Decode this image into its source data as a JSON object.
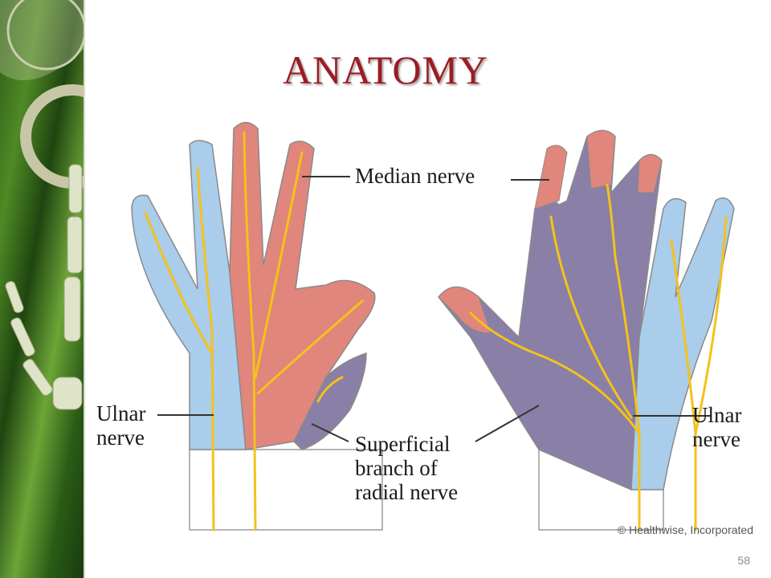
{
  "slide": {
    "title": "ANATOMY",
    "page_number": "58"
  },
  "diagram": {
    "labels": {
      "median_nerve": "Median nerve",
      "ulnar_nerve_left": [
        "Ulnar",
        "nerve"
      ],
      "ulnar_nerve_right": [
        "Ulnar",
        "nerve"
      ],
      "superficial_radial": [
        "Superficial",
        "branch of",
        "radial nerve"
      ]
    },
    "copyright": "© Healthwise, Incorporated"
  },
  "colors": {
    "title": "#9b1c22",
    "median_region": "#e0867c",
    "ulnar_region": "#a9cdea",
    "radial_region": "#8a7fa6",
    "nerve": "#f4c21a",
    "skin": "#ffffff"
  }
}
